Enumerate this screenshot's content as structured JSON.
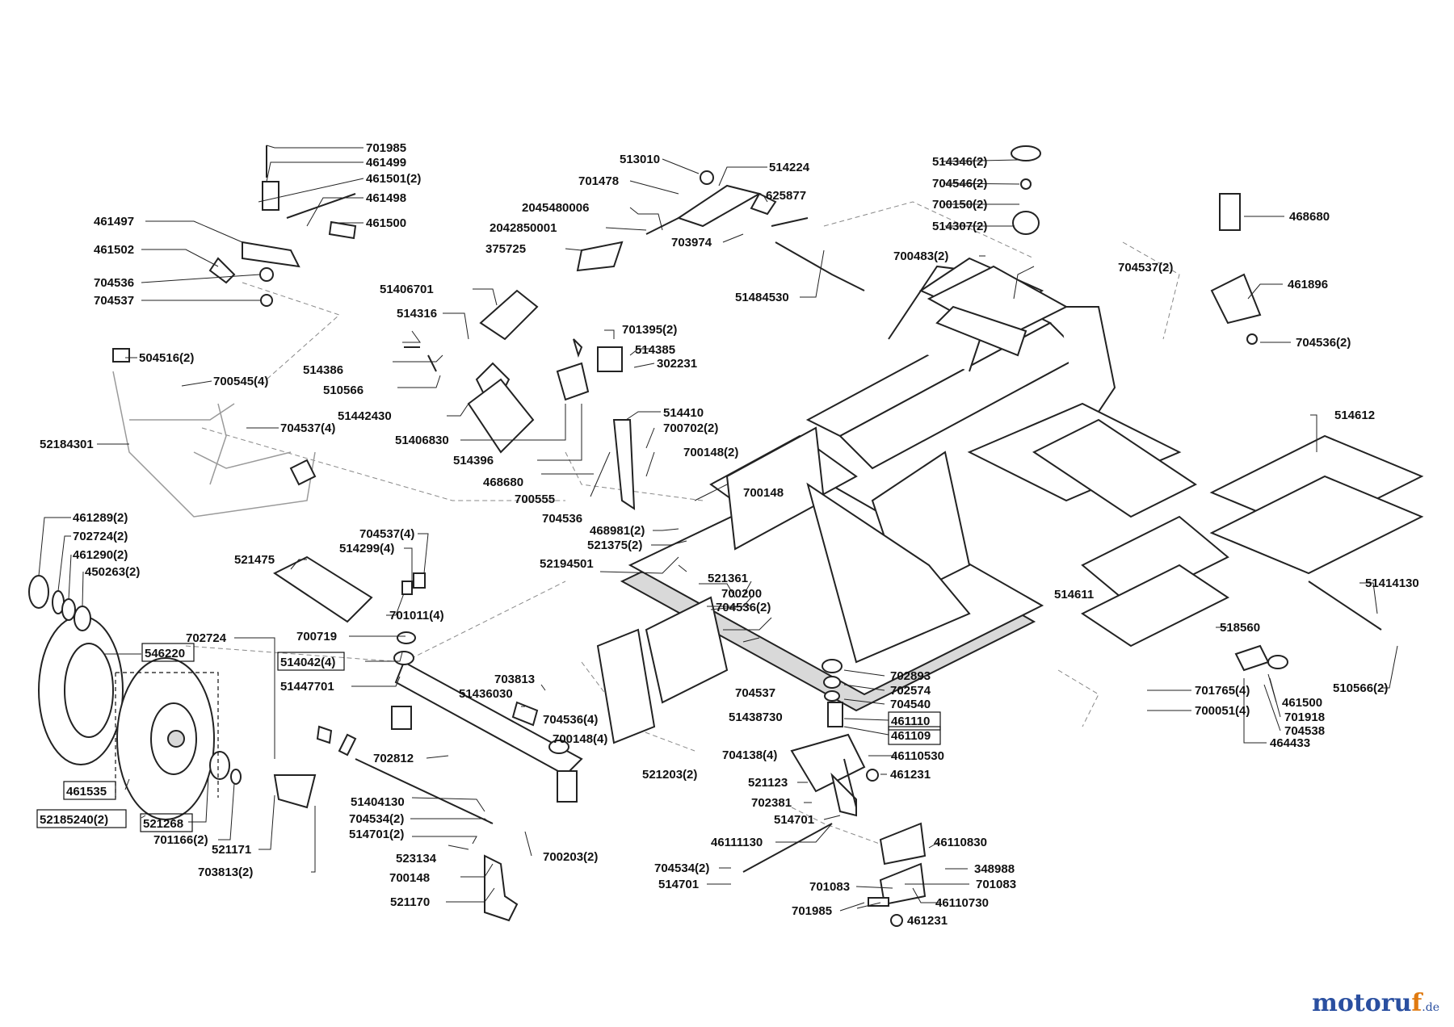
{
  "brand": {
    "name_main": "motoru",
    "name_accent": "f",
    "name_suffix": ".de"
  },
  "labels": [
    {
      "id": "l0",
      "text": "701985"
    },
    {
      "id": "l1",
      "text": "461499"
    },
    {
      "id": "l2",
      "text": "461501(2)"
    },
    {
      "id": "l3",
      "text": "461498"
    },
    {
      "id": "l4",
      "text": "461497"
    },
    {
      "id": "l5",
      "text": "461500"
    },
    {
      "id": "l6",
      "text": "461502"
    },
    {
      "id": "l7",
      "text": "704536"
    },
    {
      "id": "l8",
      "text": "704537"
    },
    {
      "id": "l9",
      "text": "504516(2)"
    },
    {
      "id": "l10",
      "text": "700545(4)"
    },
    {
      "id": "l11",
      "text": "704537(4)"
    },
    {
      "id": "l12",
      "text": "52184301"
    },
    {
      "id": "l13",
      "text": "461289(2)"
    },
    {
      "id": "l14",
      "text": "702724(2)"
    },
    {
      "id": "l15",
      "text": "461290(2)"
    },
    {
      "id": "l16",
      "text": "450263(2)"
    },
    {
      "id": "l17",
      "text": "546220"
    },
    {
      "id": "l18",
      "text": "461535"
    },
    {
      "id": "l19",
      "text": "52185240(2)"
    },
    {
      "id": "l20",
      "text": "521268"
    },
    {
      "id": "l21",
      "text": "701166(2)"
    },
    {
      "id": "l22",
      "text": "521171"
    },
    {
      "id": "l23",
      "text": "703813(2)"
    },
    {
      "id": "l24",
      "text": "702724"
    },
    {
      "id": "l25",
      "text": "521475"
    },
    {
      "id": "l26",
      "text": "704537(4)"
    },
    {
      "id": "l27",
      "text": "514299(4)"
    },
    {
      "id": "l28",
      "text": "701011(4)"
    },
    {
      "id": "l29",
      "text": "700719"
    },
    {
      "id": "l30",
      "text": "514042(4)"
    },
    {
      "id": "l31",
      "text": "51447701"
    },
    {
      "id": "l32",
      "text": "703813"
    },
    {
      "id": "l33",
      "text": "51436030"
    },
    {
      "id": "l34",
      "text": "702812"
    },
    {
      "id": "l35",
      "text": "51404130"
    },
    {
      "id": "l36",
      "text": "704534(2)"
    },
    {
      "id": "l37",
      "text": "514701(2)"
    },
    {
      "id": "l38",
      "text": "523134"
    },
    {
      "id": "l39",
      "text": "700148"
    },
    {
      "id": "l40",
      "text": "521170"
    },
    {
      "id": "l41",
      "text": "700203(2)"
    },
    {
      "id": "l42",
      "text": "513010"
    },
    {
      "id": "l43",
      "text": "701478"
    },
    {
      "id": "l44",
      "text": "514224"
    },
    {
      "id": "l45",
      "text": "2045480006"
    },
    {
      "id": "l46",
      "text": "625877"
    },
    {
      "id": "l47",
      "text": "2042850001"
    },
    {
      "id": "l48",
      "text": "375725"
    },
    {
      "id": "l49",
      "text": "703974"
    },
    {
      "id": "l50",
      "text": "51484530"
    },
    {
      "id": "l51",
      "text": "51406701"
    },
    {
      "id": "l52",
      "text": "514316"
    },
    {
      "id": "l53",
      "text": "514386"
    },
    {
      "id": "l54",
      "text": "510566"
    },
    {
      "id": "l55",
      "text": "51442430"
    },
    {
      "id": "l56",
      "text": "51406830"
    },
    {
      "id": "l57",
      "text": "514396"
    },
    {
      "id": "l58",
      "text": "468680"
    },
    {
      "id": "l59",
      "text": "700555"
    },
    {
      "id": "l60",
      "text": "704536"
    },
    {
      "id": "l61",
      "text": "701395(2)"
    },
    {
      "id": "l62",
      "text": "514385"
    },
    {
      "id": "l63",
      "text": "302231"
    },
    {
      "id": "l64",
      "text": "514410"
    },
    {
      "id": "l65",
      "text": "700702(2)"
    },
    {
      "id": "l66",
      "text": "700148(2)"
    },
    {
      "id": "l67",
      "text": "700148"
    },
    {
      "id": "l68",
      "text": "468981(2)"
    },
    {
      "id": "l69",
      "text": "521375(2)"
    },
    {
      "id": "l70",
      "text": "52194501"
    },
    {
      "id": "l71",
      "text": "521361"
    },
    {
      "id": "l72",
      "text": "700200"
    },
    {
      "id": "l73",
      "text": "704536(2)"
    },
    {
      "id": "l74",
      "text": "704536(4)"
    },
    {
      "id": "l75",
      "text": "700148(4)"
    },
    {
      "id": "l76",
      "text": "521203(2)"
    },
    {
      "id": "l77",
      "text": "704537"
    },
    {
      "id": "l78",
      "text": "51438730"
    },
    {
      "id": "l79",
      "text": "704138(4)"
    },
    {
      "id": "l80",
      "text": "514346(2)"
    },
    {
      "id": "l81",
      "text": "704546(2)"
    },
    {
      "id": "l82",
      "text": "700150(2)"
    },
    {
      "id": "l83",
      "text": "514307(2)"
    },
    {
      "id": "l84",
      "text": "700483(2)"
    },
    {
      "id": "l85",
      "text": "704537(2)"
    },
    {
      "id": "l86",
      "text": "468680"
    },
    {
      "id": "l87",
      "text": "461896"
    },
    {
      "id": "l88",
      "text": "704536(2)"
    },
    {
      "id": "l89",
      "text": "514612"
    },
    {
      "id": "l90",
      "text": "514611"
    },
    {
      "id": "l91",
      "text": "51414130"
    },
    {
      "id": "l92",
      "text": "518560"
    },
    {
      "id": "l93",
      "text": "701765(4)"
    },
    {
      "id": "l94",
      "text": "700051(4)"
    },
    {
      "id": "l95",
      "text": "461500"
    },
    {
      "id": "l96",
      "text": "701918"
    },
    {
      "id": "l97",
      "text": "704538"
    },
    {
      "id": "l98",
      "text": "464433"
    },
    {
      "id": "l99",
      "text": "510566(2)"
    },
    {
      "id": "l100",
      "text": "702893"
    },
    {
      "id": "l101",
      "text": "702574"
    },
    {
      "id": "l102",
      "text": "704540"
    },
    {
      "id": "l103",
      "text": "461110"
    },
    {
      "id": "l104",
      "text": "461109"
    },
    {
      "id": "l105",
      "text": "46110530"
    },
    {
      "id": "l106",
      "text": "461231"
    },
    {
      "id": "l107",
      "text": "521123"
    },
    {
      "id": "l108",
      "text": "702381"
    },
    {
      "id": "l109",
      "text": "514701"
    },
    {
      "id": "l110",
      "text": "46111130"
    },
    {
      "id": "l111",
      "text": "46110830"
    },
    {
      "id": "l112",
      "text": "704534(2)"
    },
    {
      "id": "l113",
      "text": "348988"
    },
    {
      "id": "l114",
      "text": "514701"
    },
    {
      "id": "l115",
      "text": "701083"
    },
    {
      "id": "l116",
      "text": "701083"
    },
    {
      "id": "l117",
      "text": "46110730"
    },
    {
      "id": "l118",
      "text": "701985"
    },
    {
      "id": "l119",
      "text": "461231"
    }
  ]
}
